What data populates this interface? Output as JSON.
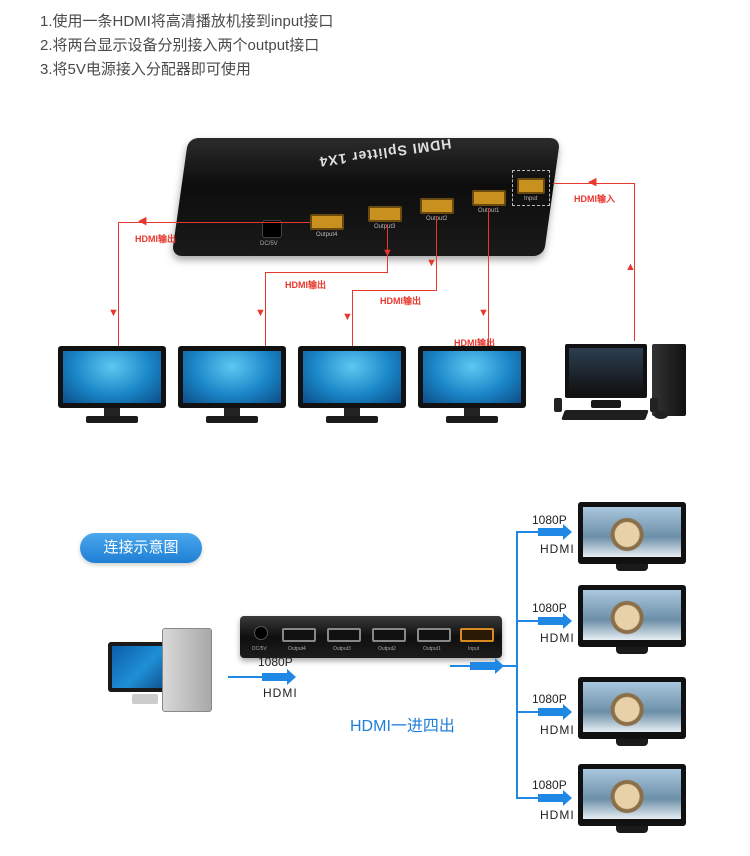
{
  "instructions": [
    "1.使用一条HDMI将高清播放机接到input接口",
    "2.将两台显示设备分别接入两个output接口",
    "3.将5V电源接入分配器即可使用"
  ],
  "top_diagram": {
    "device_title": "HDMI Splitter 1X4",
    "dc_label": "DC/5V",
    "input_port_label": "Input",
    "output_port_labels": [
      "Output4",
      "Output3",
      "Output2",
      "Output1"
    ],
    "input_label": "HDMI输入",
    "output_label": "HDMI输出"
  },
  "bottom_diagram": {
    "badge": "连接示意图",
    "caption": "HDMI一进四出",
    "resolution": "1080P",
    "signal": "HDMI",
    "dc_label": "DC/5V",
    "port_labels": [
      "Output4",
      "Output3",
      "Output2",
      "Output1",
      "Input"
    ]
  },
  "colors": {
    "accent_red": "#e8382e",
    "accent_blue": "#1f88e5",
    "badge_blue": "#1f7fd4"
  }
}
